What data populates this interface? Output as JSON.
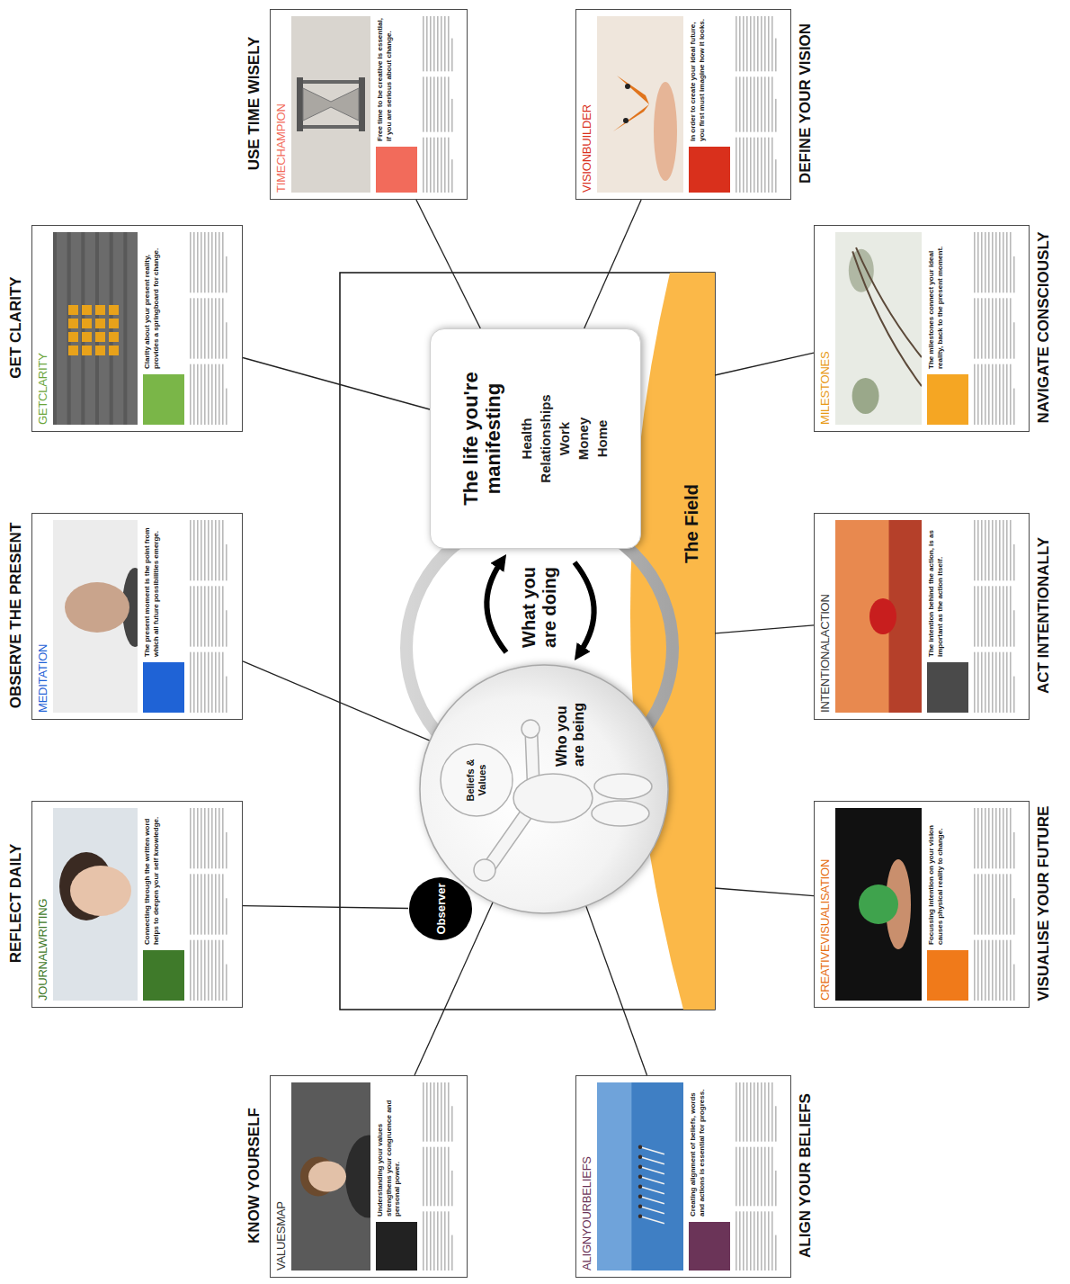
{
  "diagram": {
    "nodes": [
      {
        "text": [
          "Observer"
        ]
      },
      {
        "text": [
          "Beliefs & Values",
          "Who you are being"
        ]
      },
      {
        "text": [
          "What you are doing"
        ]
      },
      {
        "text": [
          "The life you're manifesting",
          "Health",
          "Relationships",
          "Work",
          "Money",
          "Home"
        ]
      },
      {
        "text": [
          "The Field"
        ]
      },
      {
        "text": [
          "USE TIME WISELY",
          "TIMECHAMPION",
          "Free time to be creative is essential, if you are serious about change."
        ]
      },
      {
        "text": [
          "DEFINE YOUR VISION",
          "VISIONBUILDER",
          "In order to create your ideal future, you first must imagine how it looks."
        ]
      },
      {
        "text": [
          "GET CLARITY",
          "GETCLARITY",
          "Clarity about your present reality, provides a springboard for change."
        ]
      },
      {
        "text": [
          "NAVIGATE CONSCIOUSLY",
          "MILESTONES",
          "The milestones connect your ideal reality, back to the present moment."
        ]
      },
      {
        "text": [
          "OBSERVE THE PRESENT",
          "MEDITATION",
          "The present moment is the point from which all future possibilities emerge."
        ]
      },
      {
        "text": [
          "ACT INTENTIONALLY",
          "INTENTIONALACTION",
          "The intention behind the action, is as important as the action itself."
        ]
      },
      {
        "text": [
          "REFLECT DAILY",
          "JOURNALWRITING",
          "Connecting through the written word helps to deepen your self knowledge."
        ]
      },
      {
        "text": [
          "VISUALISE YOUR FUTURE",
          "CREATIVEVISUALISATION",
          "Focussing intention on your vision causes physical reality to change."
        ]
      },
      {
        "text": [
          "KNOW YOURSELF",
          "VALUESMAP",
          "Understanding your values strengthens your congruence and personal power."
        ]
      },
      {
        "text": [
          "ALIGN YOUR BELIEFS",
          "ALIGNYOURBELIEFS",
          "Creating alignment of beliefs, words and actions is essential for progress."
        ]
      }
    ],
    "edges": [
      {
        "from": 5,
        "to": 3,
        "arrow": "none"
      },
      {
        "from": 6,
        "to": 3,
        "arrow": "none"
      },
      {
        "from": 7,
        "to": 3,
        "arrow": "none"
      },
      {
        "from": 8,
        "to": 4,
        "arrow": "none"
      },
      {
        "from": 9,
        "to": 1,
        "arrow": "none"
      },
      {
        "from": 10,
        "to": 2,
        "arrow": "none"
      },
      {
        "from": 11,
        "to": 0,
        "arrow": "none"
      },
      {
        "from": 12,
        "to": 4,
        "arrow": "none"
      },
      {
        "from": 13,
        "to": 1,
        "arrow": "none"
      },
      {
        "from": 14,
        "to": 1,
        "arrow": "none"
      }
    ]
  }
}
